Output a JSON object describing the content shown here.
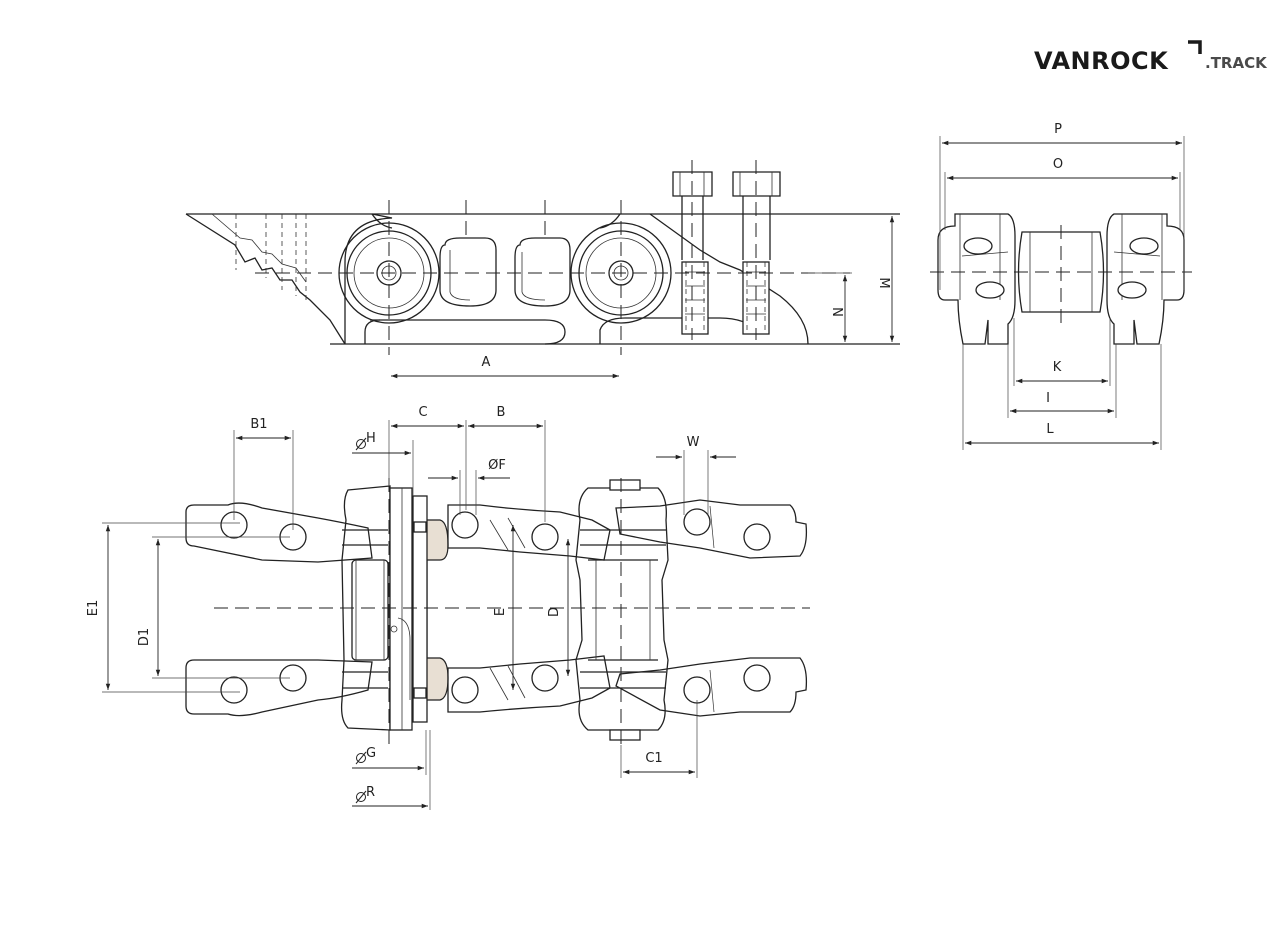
{
  "logo": {
    "brand": "VANROCK",
    "suffix": ".TRACK"
  },
  "colors": {
    "ink": "#222222",
    "seal": "#e8dfd3",
    "background": "#ffffff"
  },
  "labels": {
    "A": "A",
    "B": "B",
    "B1": "B1",
    "C": "C",
    "C1": "C1",
    "D": "D",
    "D1": "D1",
    "E": "E",
    "E1": "E1",
    "F": "ØF",
    "G": "G",
    "H": "H",
    "R": "R",
    "I": "I",
    "K": "K",
    "L": "L",
    "M": "M",
    "N": "N",
    "O": "O",
    "P": "P",
    "W": "W"
  }
}
